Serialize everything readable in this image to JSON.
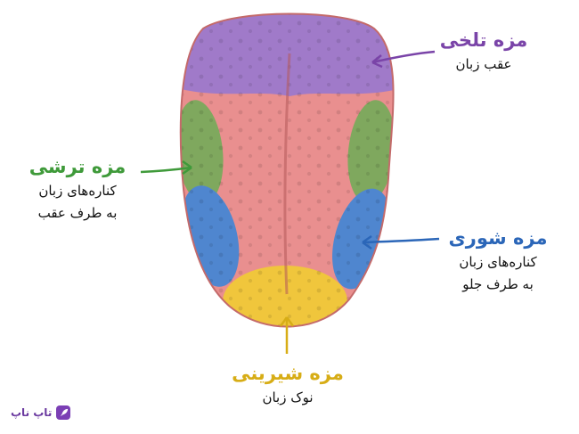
{
  "regions": {
    "bitter": {
      "title": "مزه تلخی",
      "location": "عقب زبان",
      "color": "#7a44a8"
    },
    "sour": {
      "title": "مزه ترشی",
      "location": [
        "کناره‌های زبان",
        "به طرف عقب"
      ],
      "color": "#3f9a3a"
    },
    "salty": {
      "title": "مزه شوری",
      "location": [
        "کناره‌های زبان",
        "به طرف جلو"
      ],
      "color": "#2b66b8"
    },
    "sweet": {
      "title": "مزه شیرینی",
      "location": "نوک زبان",
      "color": "#d7ad16"
    }
  },
  "tongue_colors": {
    "body": "#e98f8f",
    "back": "#a07ac9",
    "sides_back": "#7fa85e",
    "sides_front": "#4f86cf",
    "tip": "#f0c63c"
  },
  "brand": {
    "name": "تاپ ناپ",
    "icon": "rocket-icon",
    "color": "#7b3fb5"
  }
}
